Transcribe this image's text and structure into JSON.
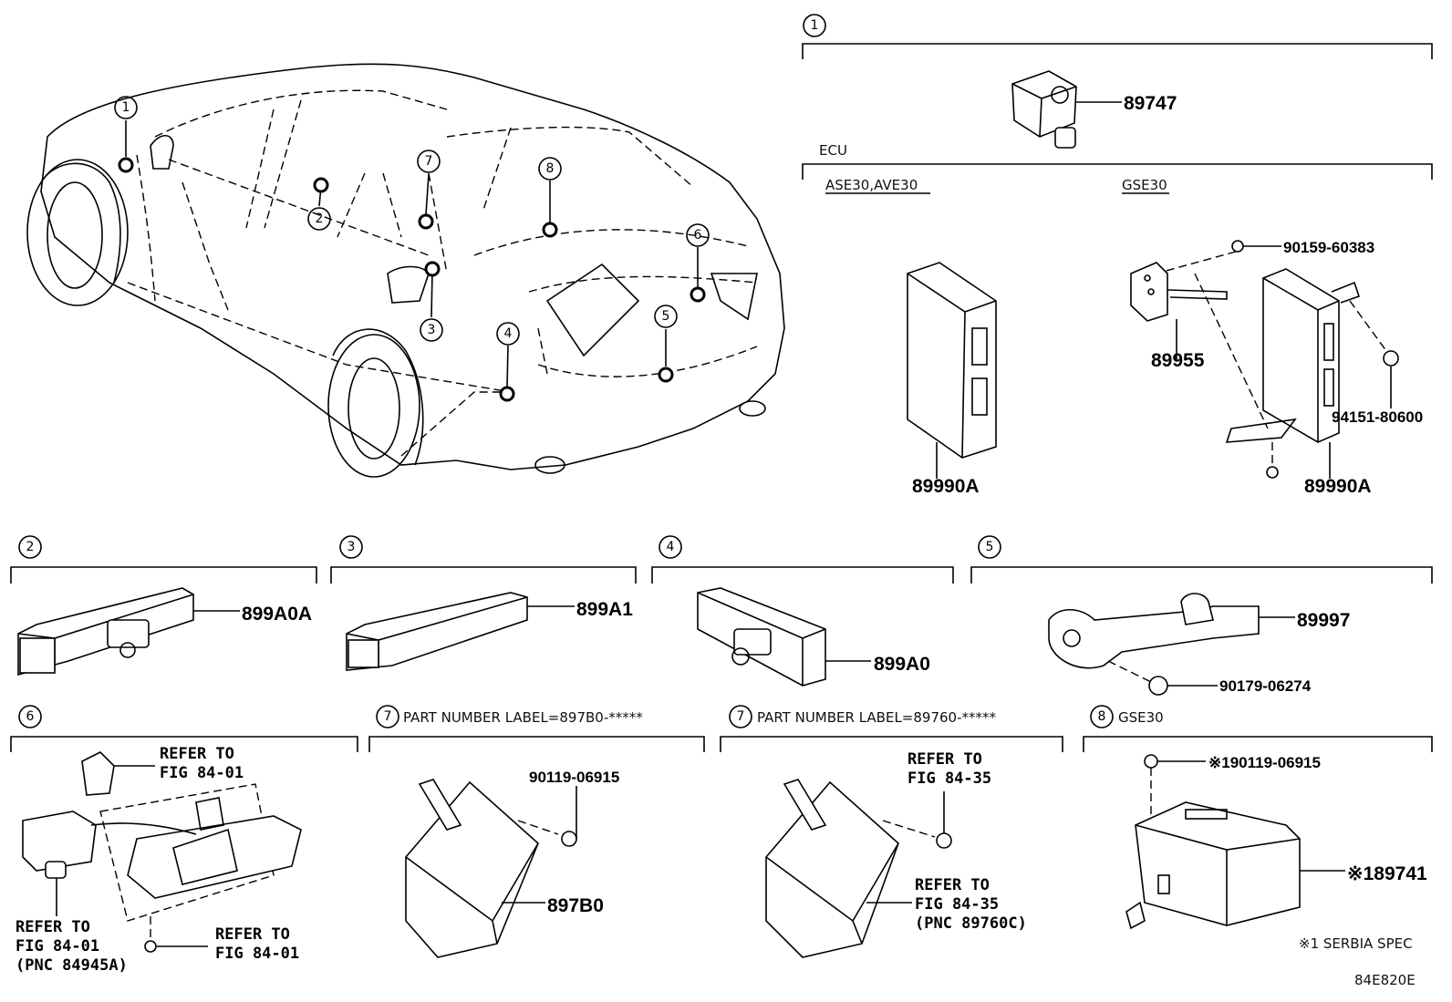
{
  "diagram_code": "84E820E",
  "callout_circles": [
    "1",
    "2",
    "3",
    "4",
    "5",
    "6",
    "7",
    "8"
  ],
  "section1": {
    "number": "1",
    "part": "89747",
    "ecu_label": "ECU",
    "col_a": "ASE30,AVE30",
    "col_b": "GSE30",
    "part_a": "89990A",
    "part_b": "89990A",
    "bolt": "90159-60383",
    "bracket": "89955",
    "nut": "94151-80600"
  },
  "section2": {
    "number": "2",
    "part": "899A0A"
  },
  "section3": {
    "number": "3",
    "part": "899A1"
  },
  "section4": {
    "number": "4",
    "part": "899A0"
  },
  "section5": {
    "number": "5",
    "part": "89997",
    "clip": "90179-06274"
  },
  "section6": {
    "number": "6",
    "ref_top_1": "REFER TO",
    "ref_top_2": "FIG 84-01",
    "ref_left_1": "REFER TO",
    "ref_left_2": "FIG 84-01",
    "ref_left_3": "(PNC 84945A)",
    "ref_bottom_1": "REFER TO",
    "ref_bottom_2": "FIG 84-01"
  },
  "section7a": {
    "number": "7",
    "title": "PART NUMBER LABEL=897B0-*****",
    "screw": "90119-06915",
    "part": "897B0"
  },
  "section7b": {
    "number": "7",
    "title": "PART NUMBER LABEL=89760-*****",
    "ref_top_1": "REFER TO",
    "ref_top_2": "FIG 84-35",
    "ref_bot_1": "REFER TO",
    "ref_bot_2": "FIG 84-35",
    "ref_bot_3": "(PNC 89760C)"
  },
  "section8": {
    "number": "8",
    "title": "GSE30",
    "screw": "※190119-06915",
    "part": "※189741",
    "note": "※1 SERBIA SPEC"
  }
}
